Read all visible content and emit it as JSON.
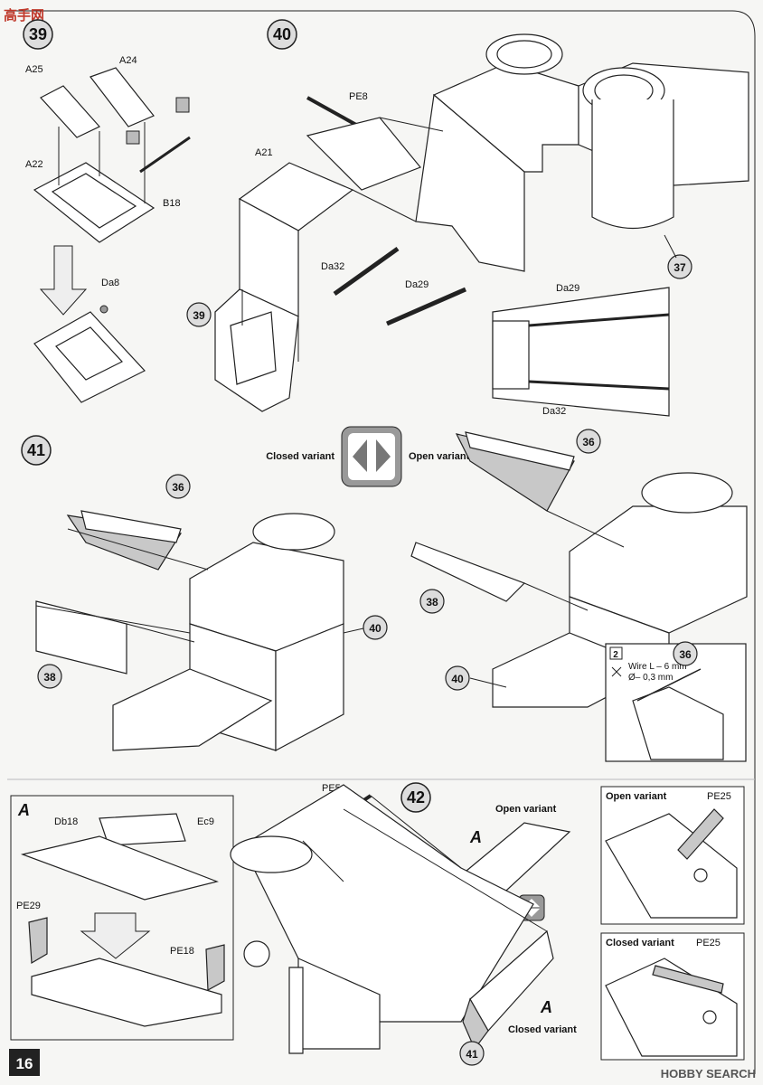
{
  "watermarks": {
    "top_left": "高手网",
    "bottom_right": "HOBBY SEARCH"
  },
  "page_number": "16",
  "steps": [
    {
      "number": "39",
      "parts": [
        "A25",
        "A24",
        "A22",
        "B18",
        "Da8"
      ]
    },
    {
      "number": "40",
      "parts": [
        "PE8",
        "A21",
        "Da32",
        "Da29",
        "39",
        "37",
        "Da29",
        "Da32"
      ]
    },
    {
      "number": "41",
      "parts": [
        "36",
        "38",
        "40",
        "36",
        "38",
        "40",
        "36"
      ],
      "variant_sign": {
        "left": "Closed variant",
        "right": "Open variant"
      },
      "wire_note": {
        "count": "2",
        "line1": "Wire L – 6 mm",
        "line2": "Ø– 0,3 mm"
      }
    },
    {
      "number": "42",
      "parts": [
        "PE5",
        "A",
        "A",
        "41"
      ],
      "open_variant": "Open variant",
      "closed_variant": "Closed variant"
    }
  ],
  "subassembly_A": {
    "letter": "A",
    "parts": [
      "Db18",
      "Ec9",
      "PE29",
      "PE18"
    ]
  },
  "detail_open": {
    "title": "Open variant",
    "part": "PE25"
  },
  "detail_closed": {
    "title": "Closed variant",
    "part": "PE25"
  },
  "colors": {
    "line": "#222222",
    "shade": "#c8c8c8",
    "dark": "#777777",
    "background": "#f6f6f4"
  }
}
